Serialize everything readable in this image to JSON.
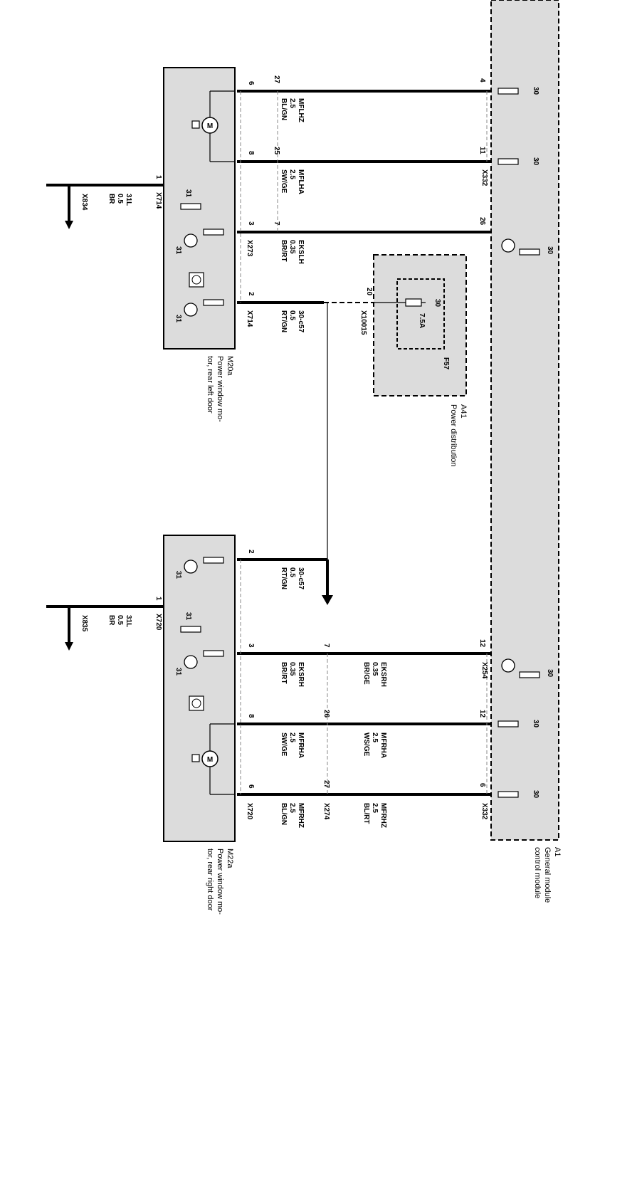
{
  "modules": {
    "a1": {
      "code": "A1",
      "name": "General module control module"
    },
    "a41": {
      "code": "A41",
      "name": "Power distribution"
    },
    "f57": {
      "code": "F57",
      "rating": "7.5A",
      "pin": "30"
    },
    "m20a": {
      "code": "M20a",
      "name": "Power window motor, rear left door"
    },
    "m22a": {
      "code": "M22a",
      "name": "Power window motor, rear right door"
    }
  },
  "connectors": {
    "x714": "X714",
    "x273": "X273",
    "x332": "X332",
    "x10015": "X10015",
    "x720": "X720",
    "x274": "X274",
    "x254": "X254",
    "x834": "X834",
    "x835": "X835"
  },
  "left_door": {
    "wires": [
      {
        "motor_pin": "6",
        "mid_pin": "27",
        "a1_pin": "4",
        "signal": "MFLHZ",
        "size": "2.5",
        "color": "BL/GN"
      },
      {
        "motor_pin": "8",
        "mid_pin": "25",
        "a1_pin": "11",
        "signal": "MFLHA",
        "size": "2.5",
        "color": "SW/GE"
      },
      {
        "motor_pin": "3",
        "mid_pin": "7",
        "a1_pin": "26",
        "signal": "EKSLH",
        "size": "0.35",
        "color": "BR/RT"
      },
      {
        "motor_pin": "2",
        "mid_pin": "20",
        "signal": "30-c57",
        "size": "0.5",
        "color": "RT/GN"
      }
    ],
    "ground": {
      "pin": "1",
      "signal": "31L",
      "size": "0.5",
      "color": "BR"
    }
  },
  "right_door": {
    "wires": [
      {
        "motor_pin": "2",
        "signal": "30-c57",
        "size": "0.5",
        "color": "RT/GN"
      },
      {
        "motor_pin": "3",
        "mid_pin": "7",
        "a1_pin": "12",
        "signal_motor": "EKSRH",
        "size_motor": "0.35",
        "color_motor": "BR/RT",
        "signal_a1": "EKSRH",
        "size_a1": "0.35",
        "color_a1": "BR/GE"
      },
      {
        "motor_pin": "8",
        "mid_pin": "26",
        "a1_pin": "12",
        "signal_motor": "MFRHA",
        "size_motor": "2.5",
        "color_motor": "SW/GE",
        "signal_a1": "MFRHA",
        "size_a1": "2.5",
        "color_a1": "WS/GE"
      },
      {
        "motor_pin": "6",
        "mid_pin": "27",
        "a1_pin": "6",
        "signal_motor": "MFRHZ",
        "size_motor": "2.5",
        "color_motor": "BL/GN",
        "signal_a1": "MFRHZ",
        "size_a1": "2.5",
        "color_a1": "BL/RT"
      }
    ],
    "ground": {
      "pin": "1",
      "signal": "31L",
      "size": "0.5",
      "color": "BR"
    }
  },
  "symbols": {
    "motor": "M",
    "ground_31": "31",
    "terminal_30": "30"
  }
}
